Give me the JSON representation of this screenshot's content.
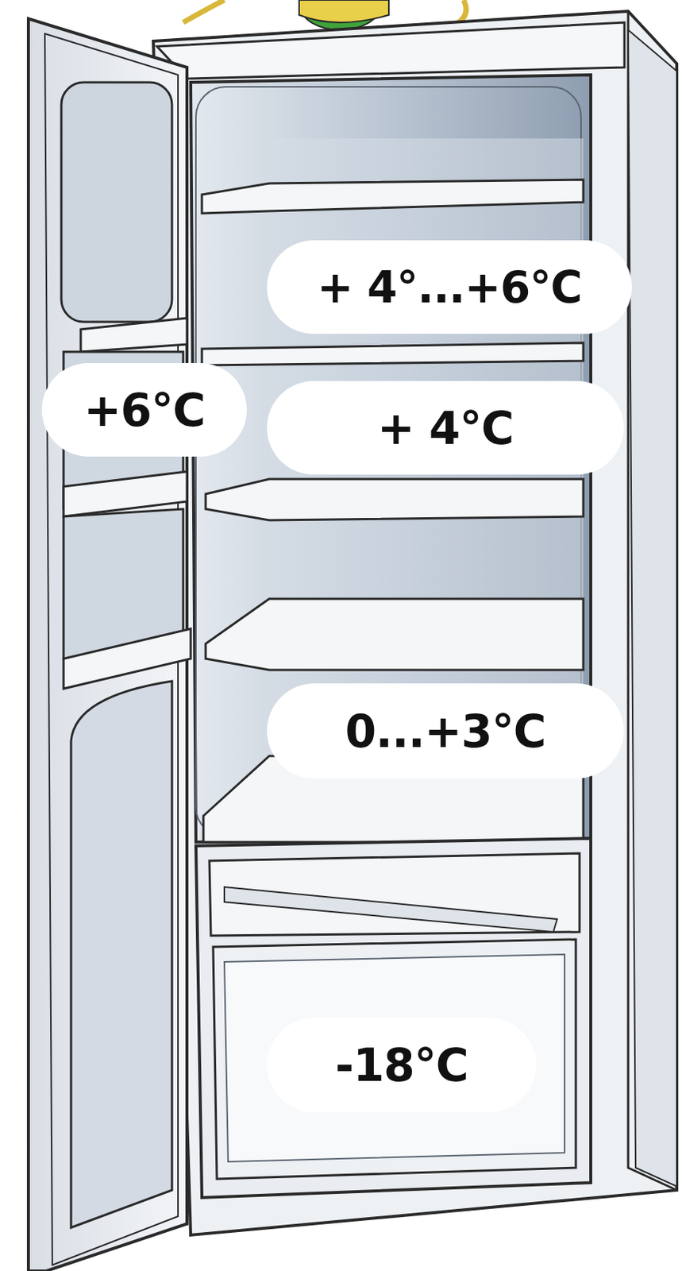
{
  "diagram": {
    "nodes": [
      {
        "text": [
          "+ 4°...+6°C"
        ]
      },
      {
        "text": [
          "+6°C"
        ]
      },
      {
        "text": [
          "+ 4°C"
        ]
      },
      {
        "text": [
          "0...+3°C"
        ]
      },
      {
        "text": [
          "-18°C"
        ]
      }
    ]
  }
}
